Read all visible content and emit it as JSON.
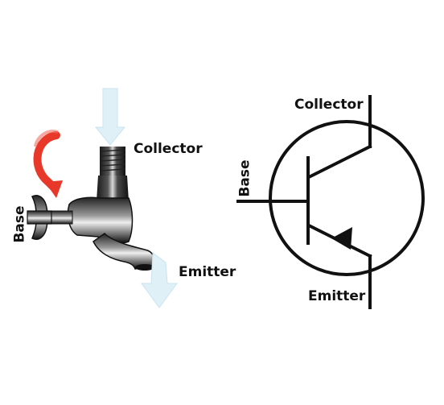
{
  "faucet": {
    "collector_label": "Collector",
    "emitter_label": "Emitter",
    "base_label": "Base",
    "inflow_arrow_color": "#dff0f7",
    "handle_turn_arrow_color": "#e8382a"
  },
  "symbol": {
    "collector_label": "Collector",
    "emitter_label": "Emitter",
    "base_label": "Base"
  }
}
